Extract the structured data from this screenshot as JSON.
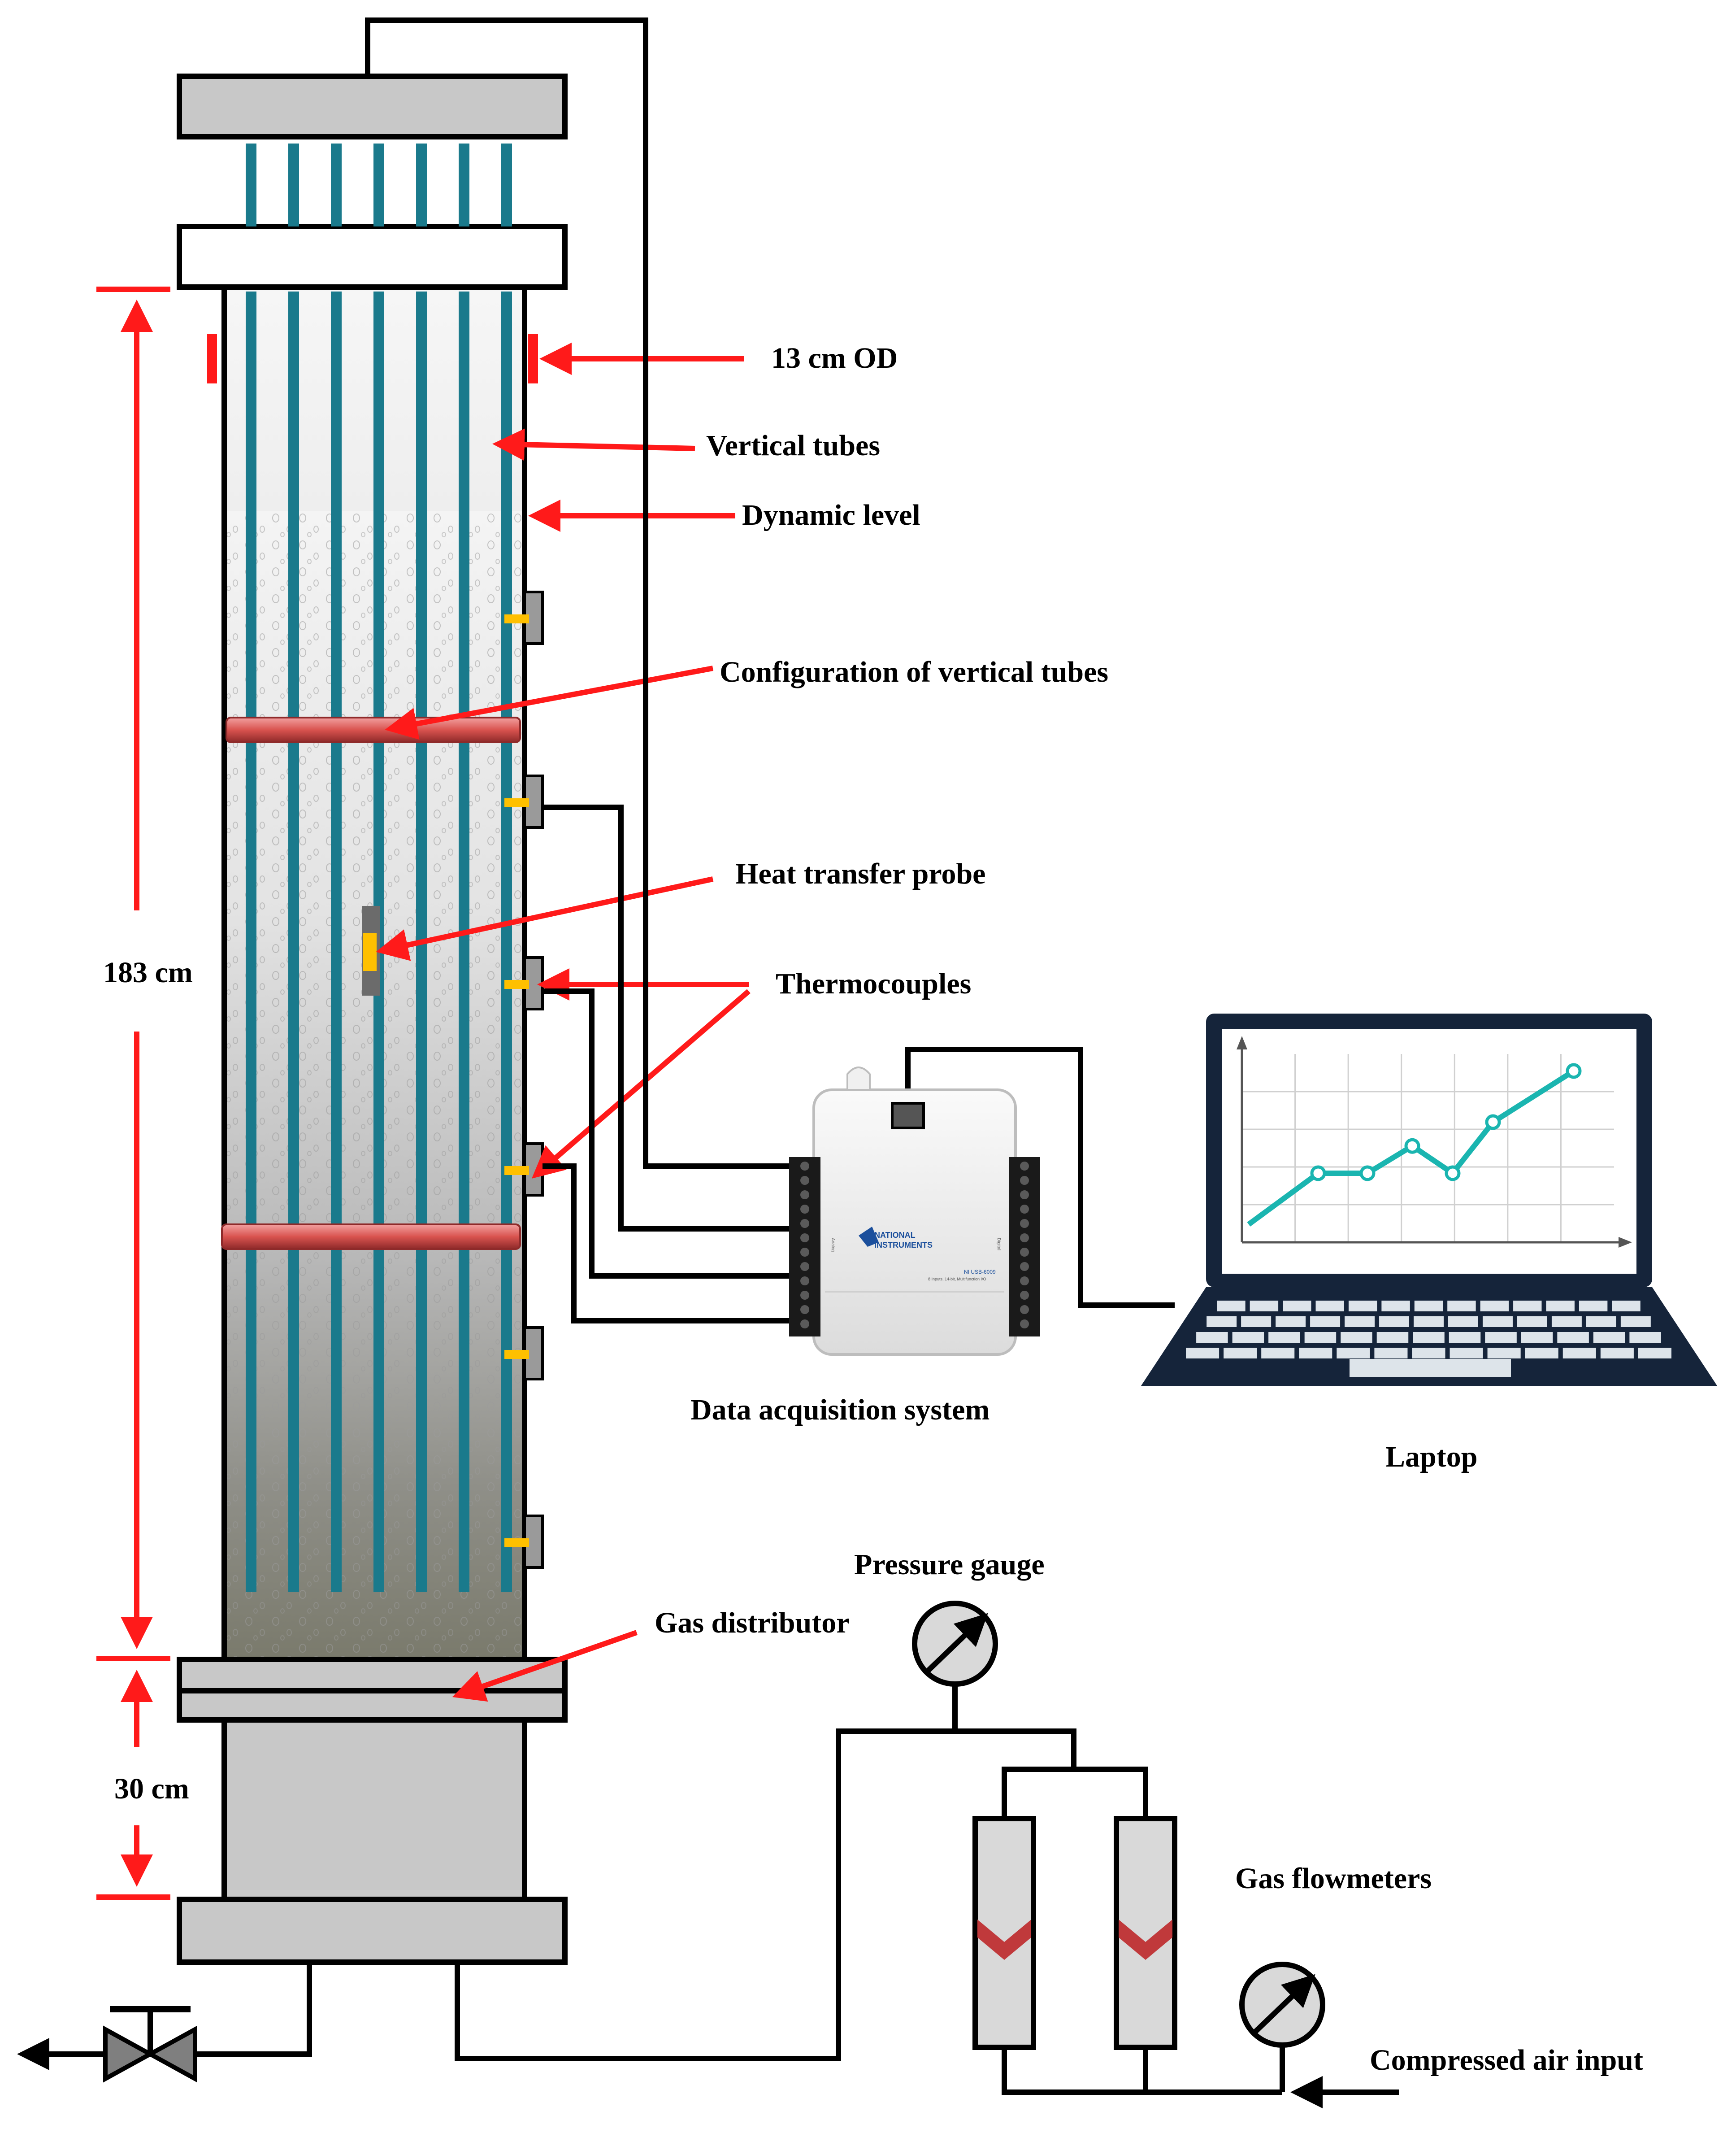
{
  "labels": {
    "od": "13 cm OD",
    "vertical_tubes": "Vertical tubes",
    "dynamic_level": "Dynamic level",
    "configuration": "Configuration of vertical tubes",
    "heat_probe": "Heat transfer probe",
    "thermocouples": "Thermocouples",
    "height_column": "183 cm",
    "height_plenum": "30 cm",
    "daq": "Data acquisition system",
    "laptop": "Laptop",
    "pressure_gauge": "Pressure gauge",
    "gas_distributor": "Gas distributor",
    "gas_flowmeters": "Gas flowmeters",
    "compressed_air": "Compressed air input"
  },
  "daq_device": {
    "brand_line1": "NATIONAL",
    "brand_line2": "INSTRUMENTS",
    "model": "NI USB-6009",
    "spec": "8 Inputs, 14-bit, Multifunction I/O",
    "left_tag": "Analog",
    "right_tag": "Digital"
  },
  "laptop_chart": {
    "type": "line",
    "values": [
      0,
      1.5,
      1.5,
      2.3,
      1.5,
      3.0,
      4.5
    ]
  },
  "colors": {
    "tube": "#1a7a8c",
    "arrow": "#ff1a1a",
    "flange": "#c8c8c8",
    "baffle": "#d9534f",
    "thermocouple": "#ffc000",
    "screen_line": "#1ab5b0"
  }
}
